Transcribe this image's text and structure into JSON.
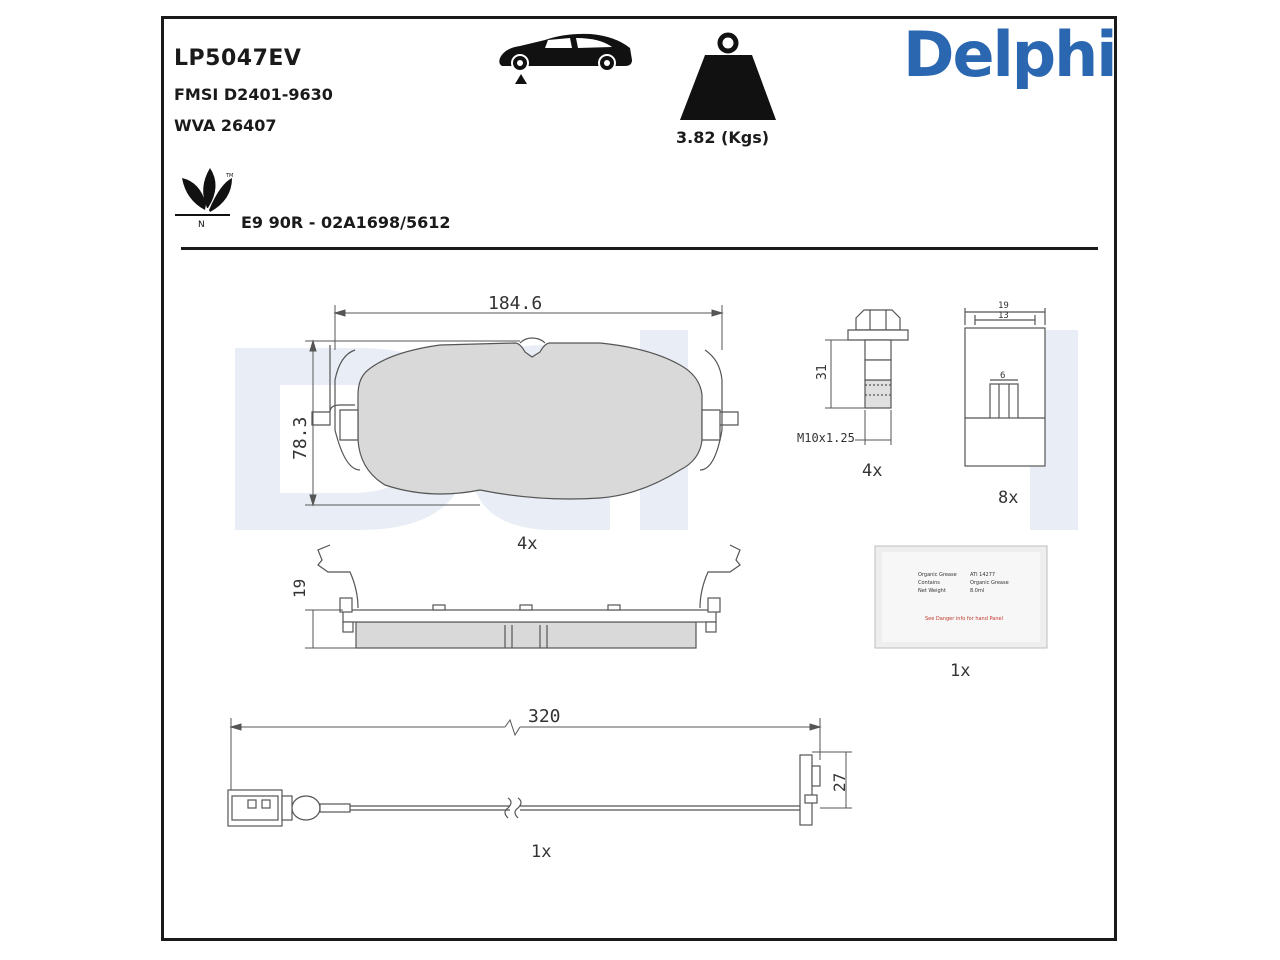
{
  "header": {
    "part_code": "LP5047EV",
    "fmsi": "FMSI D2401-9630",
    "wva": "WVA 26407",
    "ece": "E9 90R - 02A1698/5612",
    "weight": "3.82 (Kgs)",
    "brand": "Delphi",
    "eco_mark": "N",
    "trademark": "TM"
  },
  "icons": {
    "car": "car-on-lift-icon",
    "weight": "weight-icon",
    "eco": "leaf-eco-icon"
  },
  "colors": {
    "brand": "#2b67b0",
    "watermark": "#e9eef6",
    "pad": "#d9d9d9",
    "line": "#555555"
  },
  "drawing": {
    "pad_width": "184.6",
    "pad_height": "78.3",
    "pad_qty": "4x",
    "clip_height": "19",
    "bolt_length": "31",
    "bolt_thread": "M10x1.25",
    "bolt_qty": "4x",
    "bracket_outer": "19",
    "bracket_inner": "13",
    "bracket_slot": "6",
    "bracket_qty": "8x",
    "grease_qty": "1x",
    "sensor_length": "320",
    "sensor_end": "27",
    "sensor_qty": "1x"
  },
  "grease_label": {
    "row1_key": "Organic Grease",
    "row1_val": "ATI 14277",
    "row2_key": "Contains",
    "row2_val": "Organic Grease",
    "row3_key": "Net Weight",
    "row3_val": "8.0ml",
    "note": "See Danger info for hand Panel"
  }
}
